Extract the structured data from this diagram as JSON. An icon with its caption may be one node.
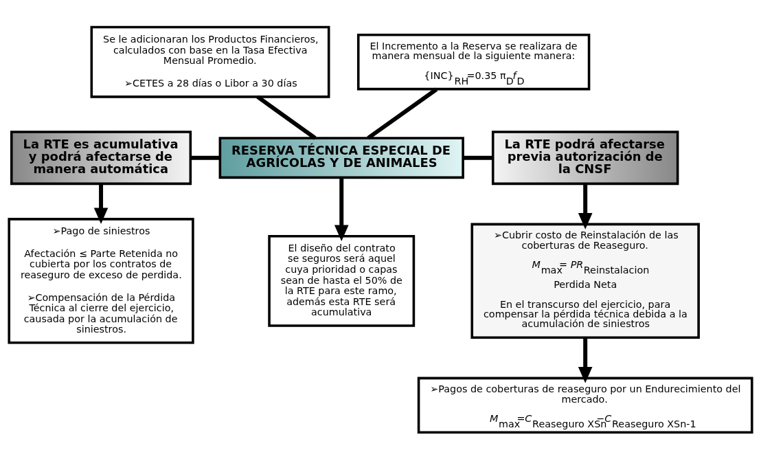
{
  "diagram": {
    "nodes": [
      {
        "text": [
          "Se le adicionaran los Productos Financieros, calculados con base en la Tasa Efectiva Mensual Promedio.",
          "➢CETES a 28 días o Libor a 30 días"
        ]
      },
      {
        "text": [
          "El Incremento a la Reserva se realizara de manera mensual de la siguiente manera:",
          "{INC}$_{RH}$=0.35 π$_{D}$*f*$_{D}$"
        ]
      },
      {
        "text": [
          "La RTE es acumulativa y podrá afectarse de manera automática"
        ]
      },
      {
        "text": [
          "RESERVA TÉCNICA ESPECIAL DE AGRÍCOLAS Y DE ANIMALES"
        ]
      },
      {
        "text": [
          "La RTE podrá afectarse previa autorización de la CNSF"
        ]
      },
      {
        "text": [
          "➢Pago de siniestros",
          "Afectación ≤ Parte Retenida no cubierta por los contratos de reaseguro de exceso de perdida.",
          "➢Compensación de la Pérdida Técnica al cierre del ejercicio, causada por la acumulación de siniestros."
        ]
      },
      {
        "text": [
          "El diseño del contrato se seguros será aquel cuya prioridad o capas sean de hasta el 50% de la RTE para este ramo, además esta RTE será acumulativa"
        ]
      },
      {
        "text": [
          "➢Cubrir costo de Reinstalación de las coberturas de Reaseguro.",
          "*M*$_{max}$= *PR*$_{Reinstalacion}$",
          "Perdida Neta",
          "En el transcurso del ejercicio, para compensar la pérdida técnica debida a la acumulación de siniestros"
        ]
      },
      {
        "text": [
          "➢Pagos de coberturas de reaseguro por un Endurecimiento del mercado.",
          "*M*$_{max}$=*C*$_{Reaseguro XSn}$ −*C*$_{Reaseguro XSn-1}$"
        ]
      }
    ],
    "edges": [
      {
        "from": 0,
        "to": 3,
        "arrow": "none"
      },
      {
        "from": 1,
        "to": 3,
        "arrow": "none"
      },
      {
        "from": 2,
        "to": 3,
        "arrow": "none"
      },
      {
        "from": 3,
        "to": 4,
        "arrow": "none"
      },
      {
        "from": 2,
        "to": 5,
        "arrow": "to"
      },
      {
        "from": 3,
        "to": 6,
        "arrow": "to"
      },
      {
        "from": 4,
        "to": 7,
        "arrow": "to"
      },
      {
        "from": 7,
        "to": 8,
        "arrow": "to"
      }
    ]
  }
}
